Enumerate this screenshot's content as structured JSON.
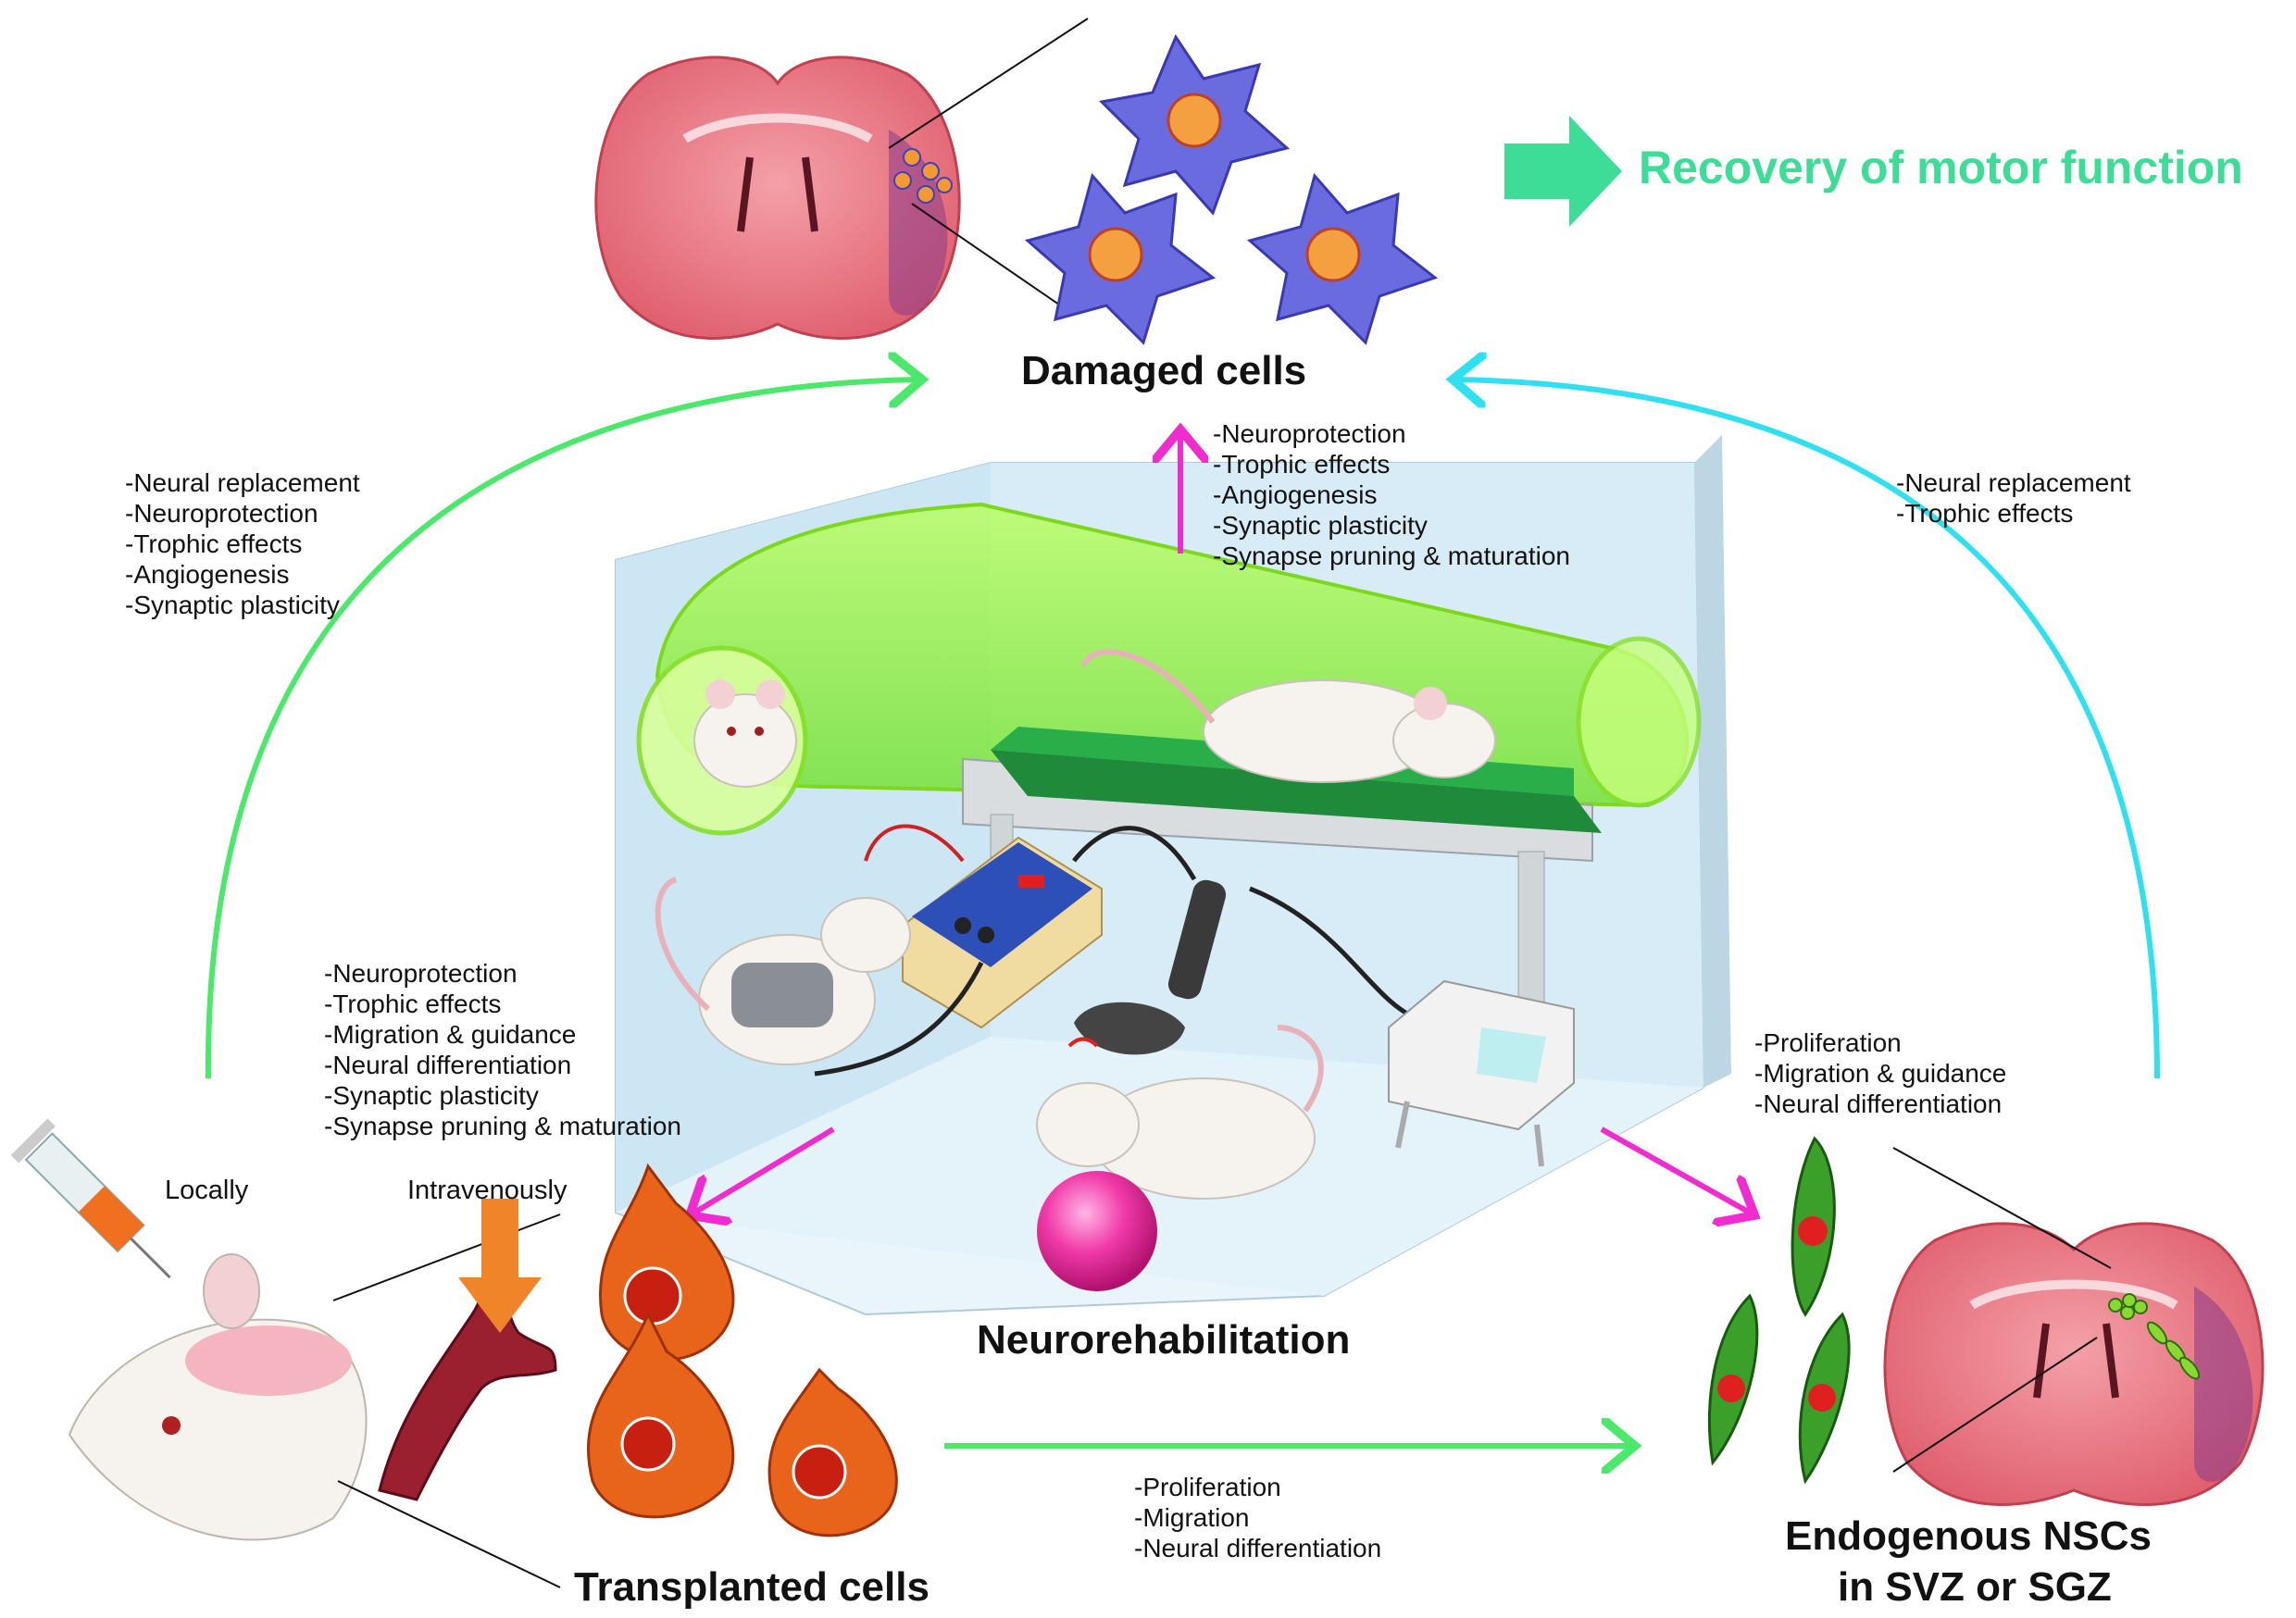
{
  "labels": {
    "damaged": "Damaged cells",
    "recovery": "Recovery of motor function",
    "neurorehab": "Neurorehabilitation",
    "transplanted": "Transplanted cells",
    "endogenous_line1": "Endogenous NSCs",
    "endogenous_line2": "in SVZ or SGZ",
    "locally": "Locally",
    "intravenously": "Intravenously"
  },
  "lists": {
    "left_arc": [
      "-Neural replacement",
      "-Neuroprotection",
      "-Trophic effects",
      "-Angiogenesis",
      "-Synaptic plasticity"
    ],
    "center_top": [
      "-Neuroprotection",
      "-Trophic effects",
      "-Angiogenesis",
      "-Synaptic plasticity",
      "-Synapse pruning & maturation"
    ],
    "right_arc": [
      "-Neural replacement",
      "-Trophic effects"
    ],
    "center_left": [
      "-Neuroprotection",
      "-Trophic effects",
      "-Migration & guidance",
      "-Neural differentiation",
      "-Synaptic plasticity",
      "-Synapse pruning & maturation"
    ],
    "right_mid": [
      "-Proliferation",
      "-Migration & guidance",
      "-Neural differentiation"
    ],
    "bottom": [
      "-Proliferation",
      "-Migration",
      "-Neural differentiation"
    ]
  },
  "colors": {
    "green_arrow": "#4be86b",
    "cyan_arrow": "#2fe0f0",
    "magenta_arrow": "#f02bd0",
    "recovery_green": "#3ddc97",
    "brain_pink": "#e8707e",
    "damaged_cell_blue": "#6b6be0",
    "transplant_orange": "#e8641a",
    "nsc_green": "#3aa02a"
  }
}
